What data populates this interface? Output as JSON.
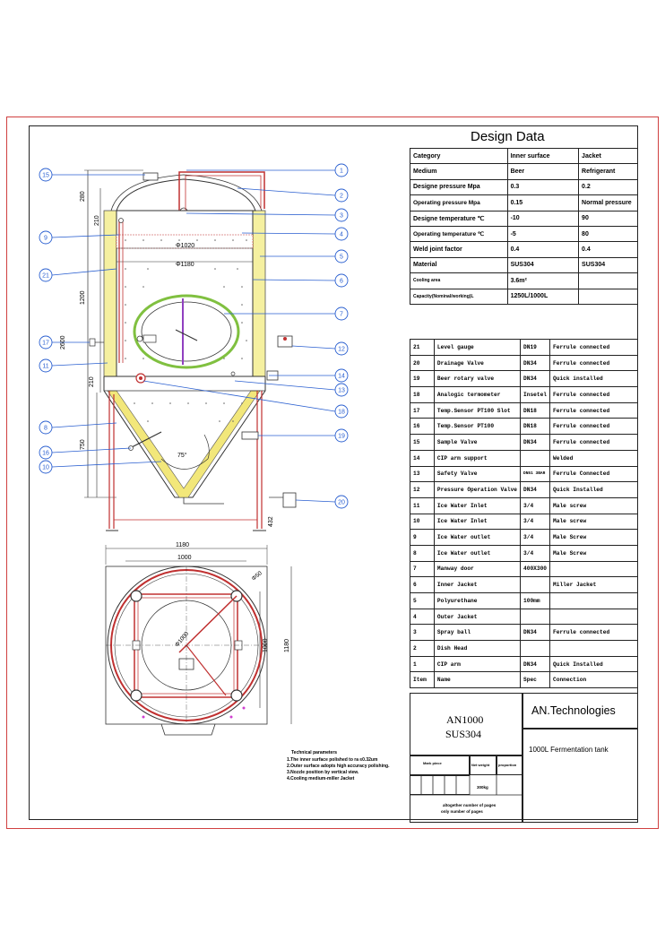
{
  "design_data": {
    "title": "Design Data",
    "header": [
      "Category",
      "Inner surface",
      "Jacket"
    ],
    "rows": [
      [
        "Medium",
        "Beer",
        "Refrigerant"
      ],
      [
        "Designe pressure Mpa",
        "0.3",
        "0.2"
      ],
      [
        "Operating pressure Mpa",
        "0.15",
        "Normal pressure"
      ],
      [
        "Designe temperature ℃",
        "-10",
        "90"
      ],
      [
        "Operating temperature ℃",
        "-5",
        "80"
      ],
      [
        "Weld joint factor",
        "0.4",
        "0.4"
      ],
      [
        "Material",
        "SUS304",
        "SUS304"
      ],
      [
        "Cooling area",
        "3.6m²",
        ""
      ],
      [
        "Capacity(Nominal/working)L",
        "1250L/1000L",
        ""
      ]
    ]
  },
  "parts": {
    "header": [
      "Item",
      "Name",
      "Spec",
      "Connection"
    ],
    "rows": [
      [
        "21",
        "Level gauge",
        "DN19",
        "Ferrule connected"
      ],
      [
        "20",
        "Drainage Valve",
        "DN34",
        "Ferrule connected"
      ],
      [
        "19",
        "Beer rotary valve",
        "DN34",
        "Quick installed"
      ],
      [
        "18",
        "Analogic termometer",
        "Insetel",
        "Ferrule connected"
      ],
      [
        "17",
        "Temp.Sensor PT100 Slot",
        "DN18",
        "Ferrule connected"
      ],
      [
        "16",
        "Temp.Sensor PT100",
        "DN18",
        "Ferrule connected"
      ],
      [
        "15",
        "Sample Valve",
        "DN34",
        "Ferrule connected"
      ],
      [
        "14",
        "CIP arm support",
        "",
        "Welded"
      ],
      [
        "13",
        "Safety Valve",
        "DN51 3BAR",
        "Ferrule Connected"
      ],
      [
        "12",
        "Pressure Operation Valve",
        "DN34",
        "Quick Installed"
      ],
      [
        "11",
        "Ice Water Inlet",
        "3/4",
        "Male screw"
      ],
      [
        "10",
        "Ice Water Inlet",
        "3/4",
        "Male screw"
      ],
      [
        "9",
        "Ice Water outlet",
        "3/4",
        "Male Screw"
      ],
      [
        "8",
        "Ice Water outlet",
        "3/4",
        "Male Screw"
      ],
      [
        "7",
        "Manway door",
        "400X300",
        ""
      ],
      [
        "6",
        "Inner Jacket",
        "",
        "Miller Jacket"
      ],
      [
        "5",
        "Polyurethane",
        "100mm",
        ""
      ],
      [
        "4",
        "Outer Jacket",
        "",
        ""
      ],
      [
        "3",
        "Spray ball",
        "DN34",
        "Ferrule connected"
      ],
      [
        "2",
        "Dish Head",
        "",
        ""
      ],
      [
        "1",
        "CIP arm",
        "DN34",
        "Quick Installed"
      ]
    ]
  },
  "title_block": {
    "model": "AN1000",
    "material": "SUS304",
    "company": "AN.Technologies",
    "product": "1000L Fermentation tank",
    "mark_piece": "Mark piece",
    "net_weight_label": "Net weight",
    "proportion_label": "proportion",
    "weight": "300kg",
    "pages_line1": "altogether    number of pages",
    "pages_line2": "only     number of pages"
  },
  "technical": {
    "title": "Technical parameters",
    "lines": [
      "1.The inner surface polished to ra ≤0.32um",
      "2.Outer surface adopts high accuracy polishing.",
      "3.Nozzle position by vertical view.",
      "4.Cooling medium-miller Jacket"
    ]
  },
  "dimensions": {
    "d1020": "Φ1020",
    "d1180": "Φ1180",
    "h2600": "2600",
    "h1200": "1200",
    "h280": "280",
    "h210a": "210",
    "h210b": "210",
    "h750": "750",
    "h432": "432",
    "cone_angle": "75°",
    "w1180": "1180",
    "w1000": "1000",
    "v1000": "1000",
    "v1180": "1180",
    "d50": "Φ50",
    "d1000": "Φ1000"
  },
  "balloons_right": [
    "1",
    "2",
    "3",
    "4",
    "5",
    "6",
    "7",
    "12",
    "14",
    "13",
    "18",
    "19",
    "20"
  ],
  "balloons_left": [
    "15",
    "9",
    "21",
    "17",
    "11",
    "8",
    "16",
    "10"
  ],
  "colors": {
    "frame": "#d04040",
    "tank_inner": "#c03030",
    "jacket_fill": "#f5f0a0",
    "insulation": "#f2e77a",
    "leader": "#2a5fd0",
    "manway": "#80c040",
    "pipe": "#c03030",
    "marker": "#d040d0"
  }
}
